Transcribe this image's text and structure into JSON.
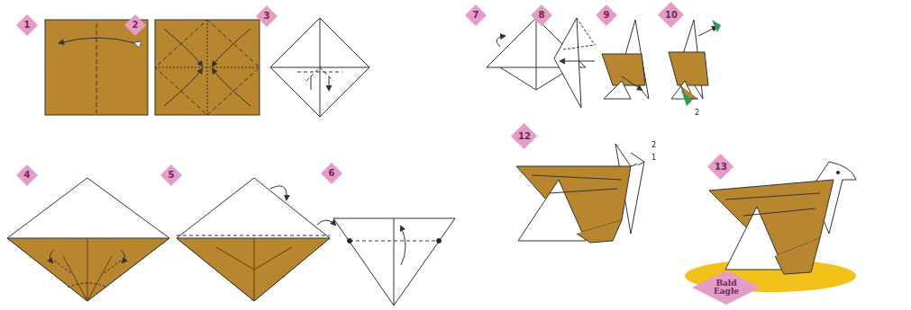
{
  "diagram": {
    "nodes": [
      {
        "text": [
          "1"
        ]
      },
      {
        "text": [
          "2"
        ]
      },
      {
        "text": [
          "3"
        ]
      },
      {
        "text": [
          "4"
        ]
      },
      {
        "text": [
          "5"
        ]
      },
      {
        "text": [
          "6"
        ]
      },
      {
        "text": [
          "7"
        ]
      },
      {
        "text": [
          "8"
        ]
      },
      {
        "text": [
          "9"
        ]
      },
      {
        "text": [
          "10"
        ]
      },
      {
        "text": [
          "12"
        ]
      },
      {
        "text": [
          "13"
        ]
      },
      {
        "text": [
          "Bald Eagle"
        ]
      }
    ],
    "labels": [
      "2",
      "2",
      "1"
    ]
  }
}
